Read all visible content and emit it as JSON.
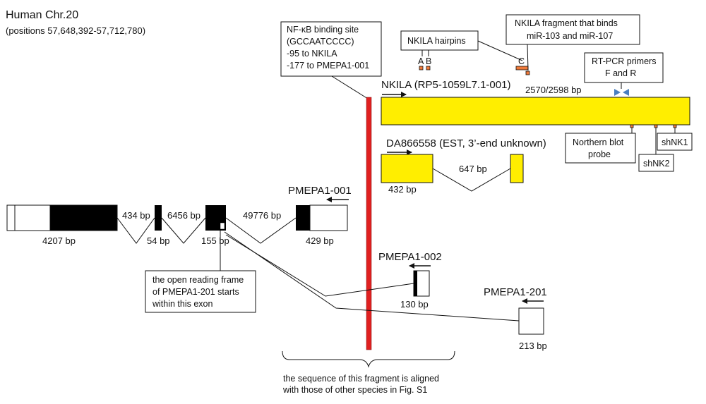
{
  "header": {
    "title": "Human Chr.20",
    "positions": "(positions 57,648,392-57,712,780)"
  },
  "nfkb_box": {
    "lines": [
      "NF-κB binding site",
      "(GCCAATCCCC)",
      "-95 to NKILA",
      "-177 to PMEPA1-001"
    ]
  },
  "hairpins_box": {
    "label": "NKILA hairpins"
  },
  "hairpins": {
    "a": "A",
    "b": "B",
    "c": "C"
  },
  "fragment_box": {
    "lines": [
      "NKILA fragment that binds",
      "miR-103 and miR-107"
    ]
  },
  "rtpcr_box": {
    "lines": [
      "RT-PCR primers",
      "F and R"
    ]
  },
  "nkila": {
    "label": "NKILA (RP5-1059L7.1-001)",
    "length": "2570/2598 bp"
  },
  "northern_box": {
    "lines": [
      "Northern blot",
      "probe"
    ]
  },
  "shnk1": "shNK1",
  "shnk2": "shNK2",
  "da866558": {
    "label": "DA866558 (EST, 3’-end unknown)",
    "exon1": "432 bp",
    "intron": "647 bp"
  },
  "pmepa1_001": {
    "label": "PMEPA1-001",
    "exons": [
      "4207 bp",
      "54 bp",
      "155 bp",
      "429 bp"
    ],
    "introns": [
      "434 bp",
      "6456 bp",
      "49776 bp"
    ]
  },
  "orf_box": {
    "lines": [
      "the open reading frame",
      "of PMEPA1-201 starts",
      "within this exon"
    ]
  },
  "pmepa1_002": {
    "label": "PMEPA1-002",
    "exon": "130 bp"
  },
  "pmepa1_201": {
    "label": "PMEPA1-201",
    "exon": "213 bp"
  },
  "bracket_note": {
    "lines": [
      "the sequence of this fragment is aligned",
      "with those of other species in Fig. S1"
    ]
  },
  "colors": {
    "nkila_fill": "#ffee00",
    "nfkb_bar": "#e02020",
    "primer": "#4a7fc0",
    "hairpin": "#f07a3a"
  }
}
